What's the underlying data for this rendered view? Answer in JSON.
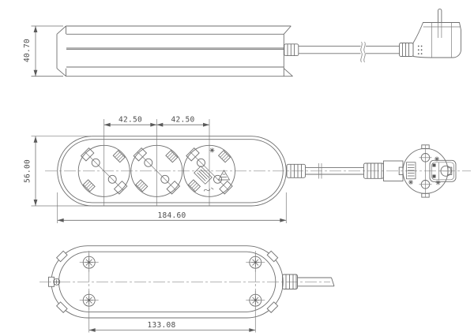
{
  "colors": {
    "background": "#ffffff",
    "line": "#6f6f6f",
    "dimension_text": "#4d4d4d"
  },
  "views": {
    "side": {
      "height": "40.70"
    },
    "front": {
      "pitch_left": "42.50",
      "pitch_right": "42.50",
      "height": "56.00",
      "length": "184.60"
    },
    "bottom": {
      "hole_spacing": "133.08"
    }
  },
  "icons": {
    "cable_break": "s-break",
    "screw_head": "phillips-cross",
    "certification_mark": "asterisk-cluster",
    "rating_label": "hatched-rect",
    "recycle_triangle": "hatched-triangle"
  }
}
